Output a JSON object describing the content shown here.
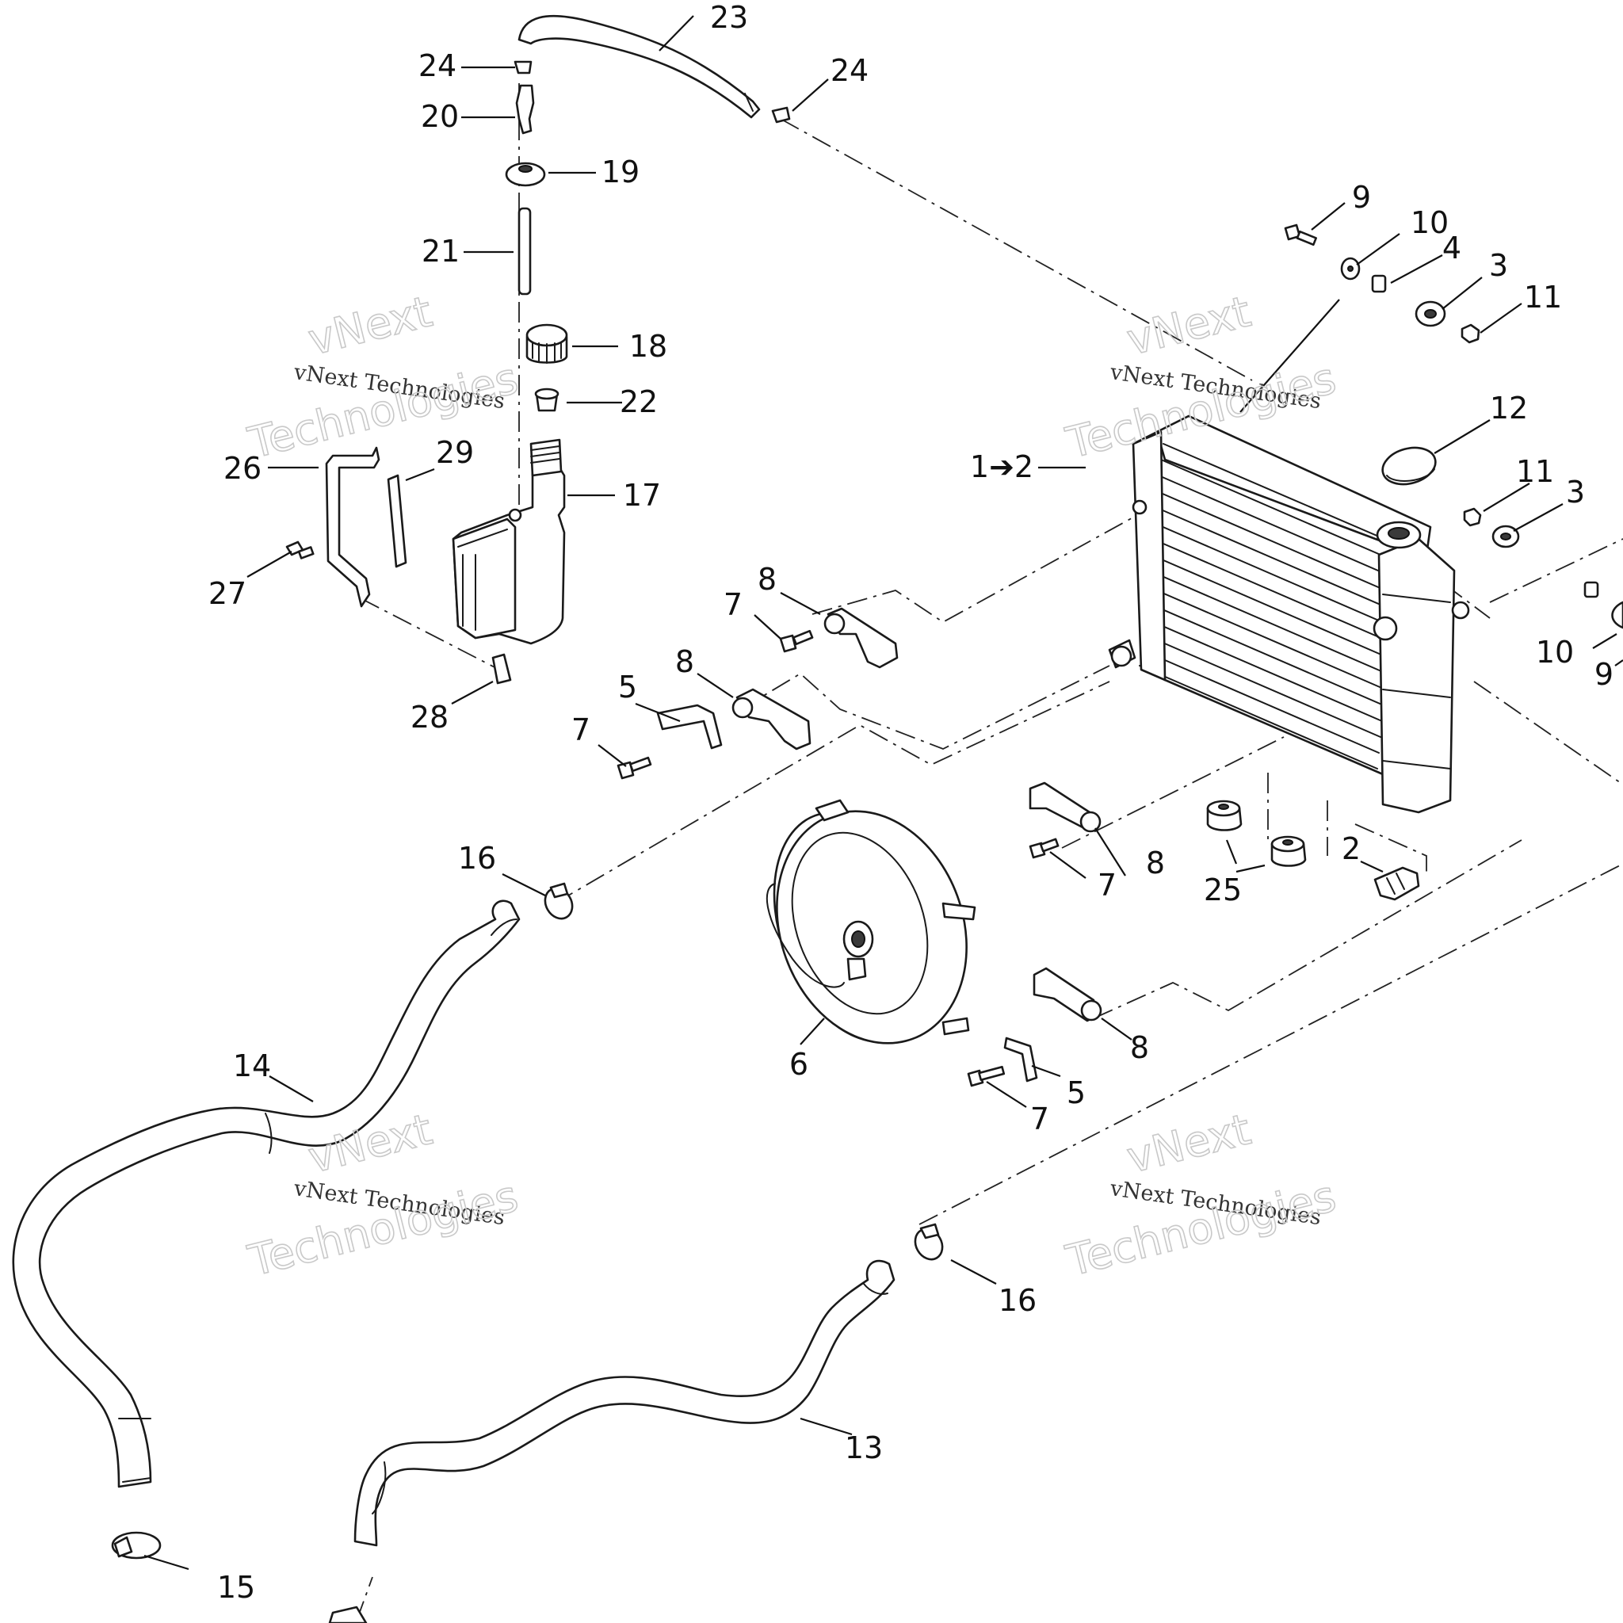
{
  "watermark": {
    "line1": "vNext",
    "line2": "vNext Technologies",
    "line3": "Technologies"
  },
  "callouts": {
    "c23": "23",
    "c24a": "24",
    "c24b": "24",
    "c20": "20",
    "c19": "19",
    "c21": "21",
    "c18": "18",
    "c22": "22",
    "c17": "17",
    "c26": "26",
    "c29": "29",
    "c27": "27",
    "c28": "28",
    "c9a": "9",
    "c10a": "10",
    "c4": "4",
    "c3a": "3",
    "c11a": "11",
    "c12": "12",
    "c1to2": "1➔2",
    "c11b": "11",
    "c3b": "3",
    "c10b": "10",
    "c9b": "9",
    "c8a": "8",
    "c7a": "7",
    "c8b": "8",
    "c5a": "5",
    "c7b": "7",
    "c16a": "16",
    "c8c": "8",
    "c7c": "7",
    "c25": "25",
    "c2": "2",
    "c6": "6",
    "c8d": "8",
    "c5b": "5",
    "c7d": "7",
    "c14": "14",
    "c16b": "16",
    "c13": "13",
    "c15": "15"
  }
}
